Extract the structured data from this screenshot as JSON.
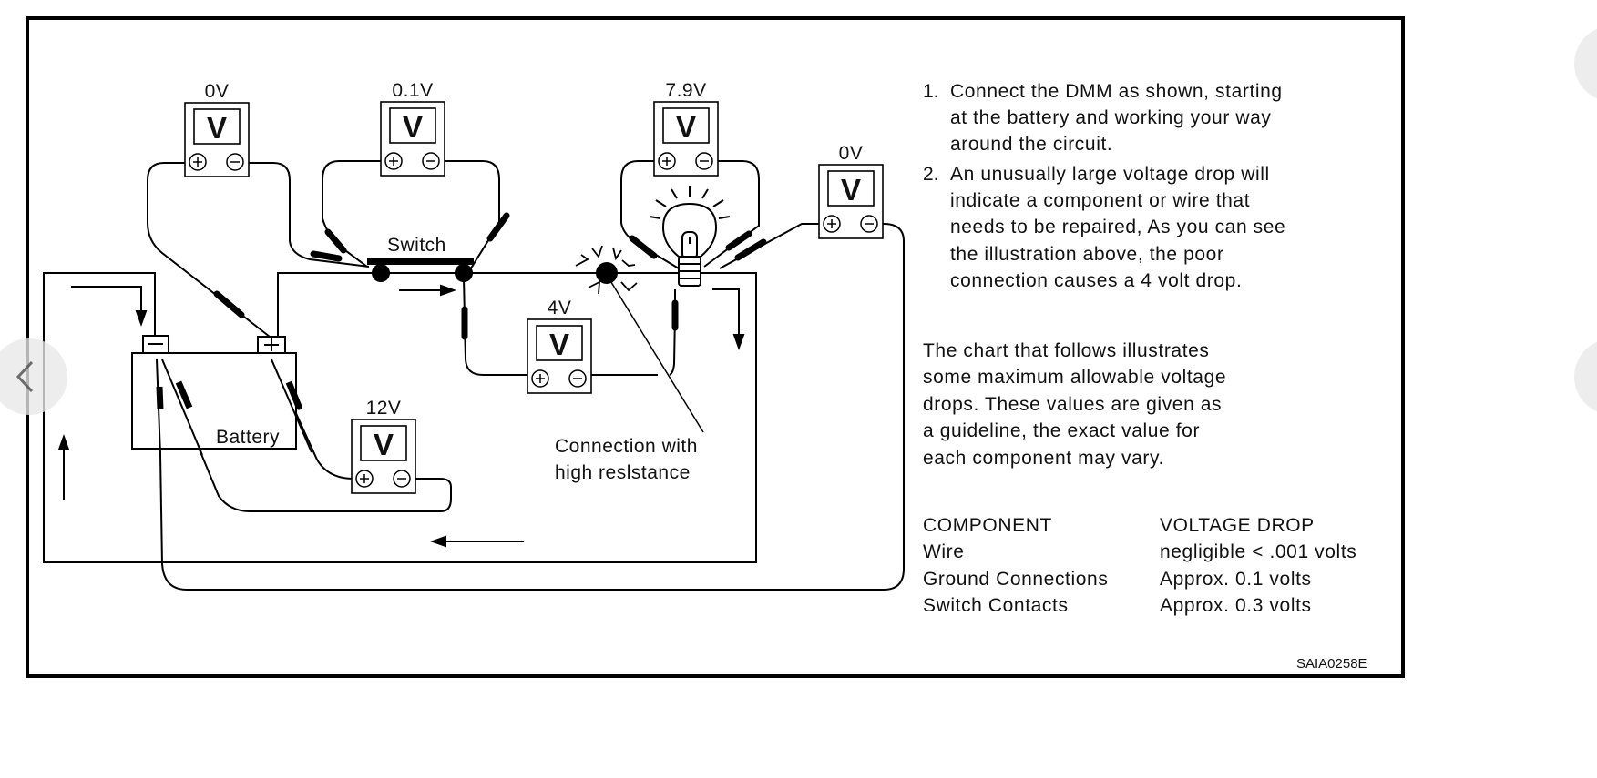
{
  "figure": {
    "id_code": "SAIA0258E",
    "diagram": {
      "meters": [
        {
          "key": "battery-negative-ground",
          "reading": "0V",
          "display": "V"
        },
        {
          "key": "switch",
          "reading": "0.1V",
          "display": "V"
        },
        {
          "key": "bulb",
          "reading": "7.9V",
          "display": "V"
        },
        {
          "key": "bulb-ground",
          "reading": "0V",
          "display": "V"
        },
        {
          "key": "poor-connection",
          "reading": "4V",
          "display": "V"
        },
        {
          "key": "battery",
          "reading": "12V",
          "display": "V"
        }
      ],
      "terminal_plus": "+",
      "terminal_minus": "−",
      "labels": {
        "switch": "Switch",
        "battery": "Battery",
        "connection_line1": "Connection with",
        "connection_line2": "high reslstance"
      }
    },
    "instructions": [
      {
        "number": "1.",
        "lines": [
          "Connect the DMM as shown, starting",
          "at the battery and working your way",
          "around the circuit."
        ]
      },
      {
        "number": "2.",
        "lines": [
          "An unusually large voltage drop will",
          "indicate a component or wire that",
          "needs to be repaired, As you can see",
          "the illustration above, the poor",
          "connection causes a 4 volt drop."
        ]
      }
    ],
    "chart_intro": [
      "The chart that follows illustrates",
      "some maximum allowable voltage",
      "drops. These values are given as",
      "a guideline, the exact value for",
      "each component may vary."
    ],
    "table": {
      "headers": [
        "COMPONENT",
        "VOLTAGE DROP"
      ],
      "rows": [
        [
          "Wire",
          "negligible < .001 volts"
        ],
        [
          "Ground Connections",
          "Approx. 0.1 volts"
        ],
        [
          "Switch Contacts",
          "Approx. 0.3 volts"
        ]
      ]
    }
  },
  "viewer": {
    "prev_icon": "chevron-left-icon",
    "next_icon": "chevron-right-icon"
  }
}
